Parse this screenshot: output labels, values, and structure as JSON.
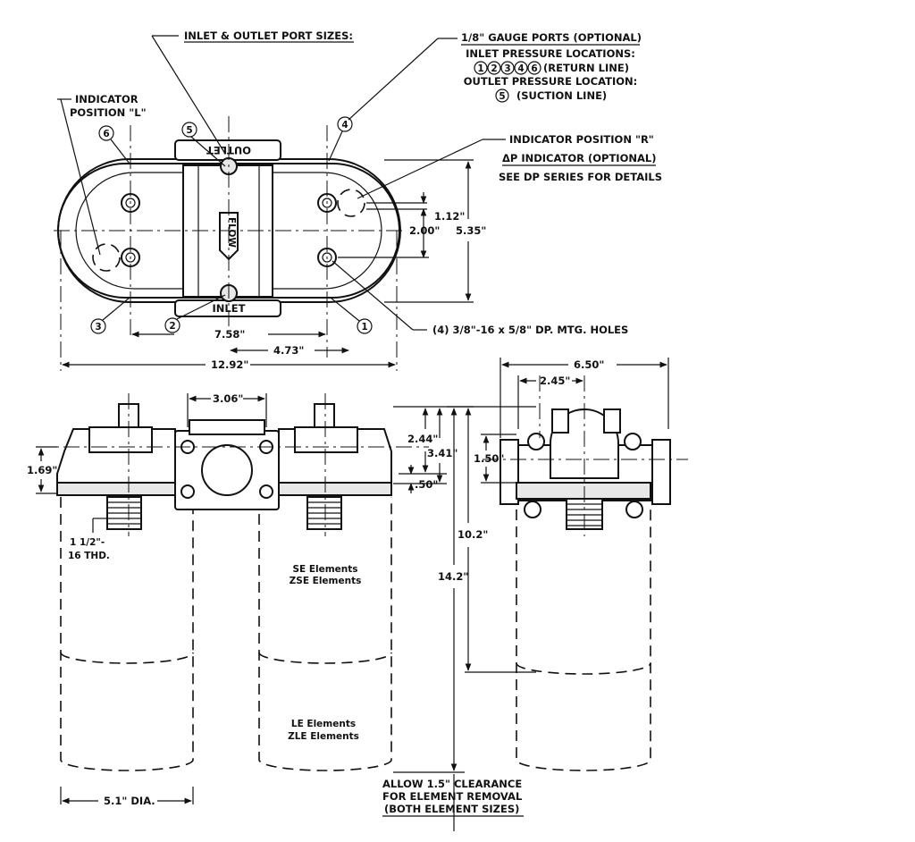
{
  "notes": {
    "port_sizes": "INLET & OUTLET PORT SIZES:",
    "gauge_ports": "1/8\" GAUGE PORTS (OPTIONAL)",
    "inlet_pressure": "INLET PRESSURE LOCATIONS:",
    "inlet_lines": "(RETURN LINE)",
    "outlet_pressure": "OUTLET PRESSURE LOCATION:",
    "outlet_lines": "(SUCTION LINE)",
    "indicator_l_1": "INDICATOR",
    "indicator_l_2": "POSITION \"L\"",
    "indicator_r": "INDICATOR POSITION \"R\"",
    "dp_indicator": "ΔP INDICATOR (OPTIONAL)",
    "see_dp": "SEE DP SERIES FOR DETAILS",
    "mtg_holes": "(4) 3/8\"-16 x 5/8\" DP. MTG. HOLES",
    "thread_1": "1 1/2\"-",
    "thread_2": "16 THD.",
    "se_1": "SE Elements",
    "se_2": "ZSE Elements",
    "le_1": "LE Elements",
    "le_2": "ZLE Elements",
    "clearance_1": "ALLOW 1.5\" CLEARANCE",
    "clearance_2": "FOR ELEMENT REMOVAL",
    "clearance_3": "(BOTH ELEMENT SIZES)"
  },
  "labels": {
    "outlet": "OUTLET",
    "inlet": "INLET",
    "flow": "FLOW"
  },
  "callouts": {
    "inlet_numbers": [
      "1",
      "2",
      "3",
      "4",
      "6"
    ],
    "outlet_number": "5",
    "top_view": [
      "1",
      "2",
      "3",
      "4",
      "5",
      "6"
    ]
  },
  "dimensions": {
    "d112": "1.12\"",
    "d200": "2.00\"",
    "d535": "5.35\"",
    "d758": "7.58\"",
    "d473": "4.73\"",
    "d1292": "12.92\"",
    "d306": "3.06\"",
    "d244": "2.44\"",
    "d341": "3.41\"",
    "d169": "1.69\"",
    "d050": ".50\"",
    "d102": "10.2\"",
    "d142": "14.2\"",
    "d650": "6.50\"",
    "d245": "2.45\"",
    "d150": "1.50\"",
    "d51dia": "5.1\" DIA."
  }
}
